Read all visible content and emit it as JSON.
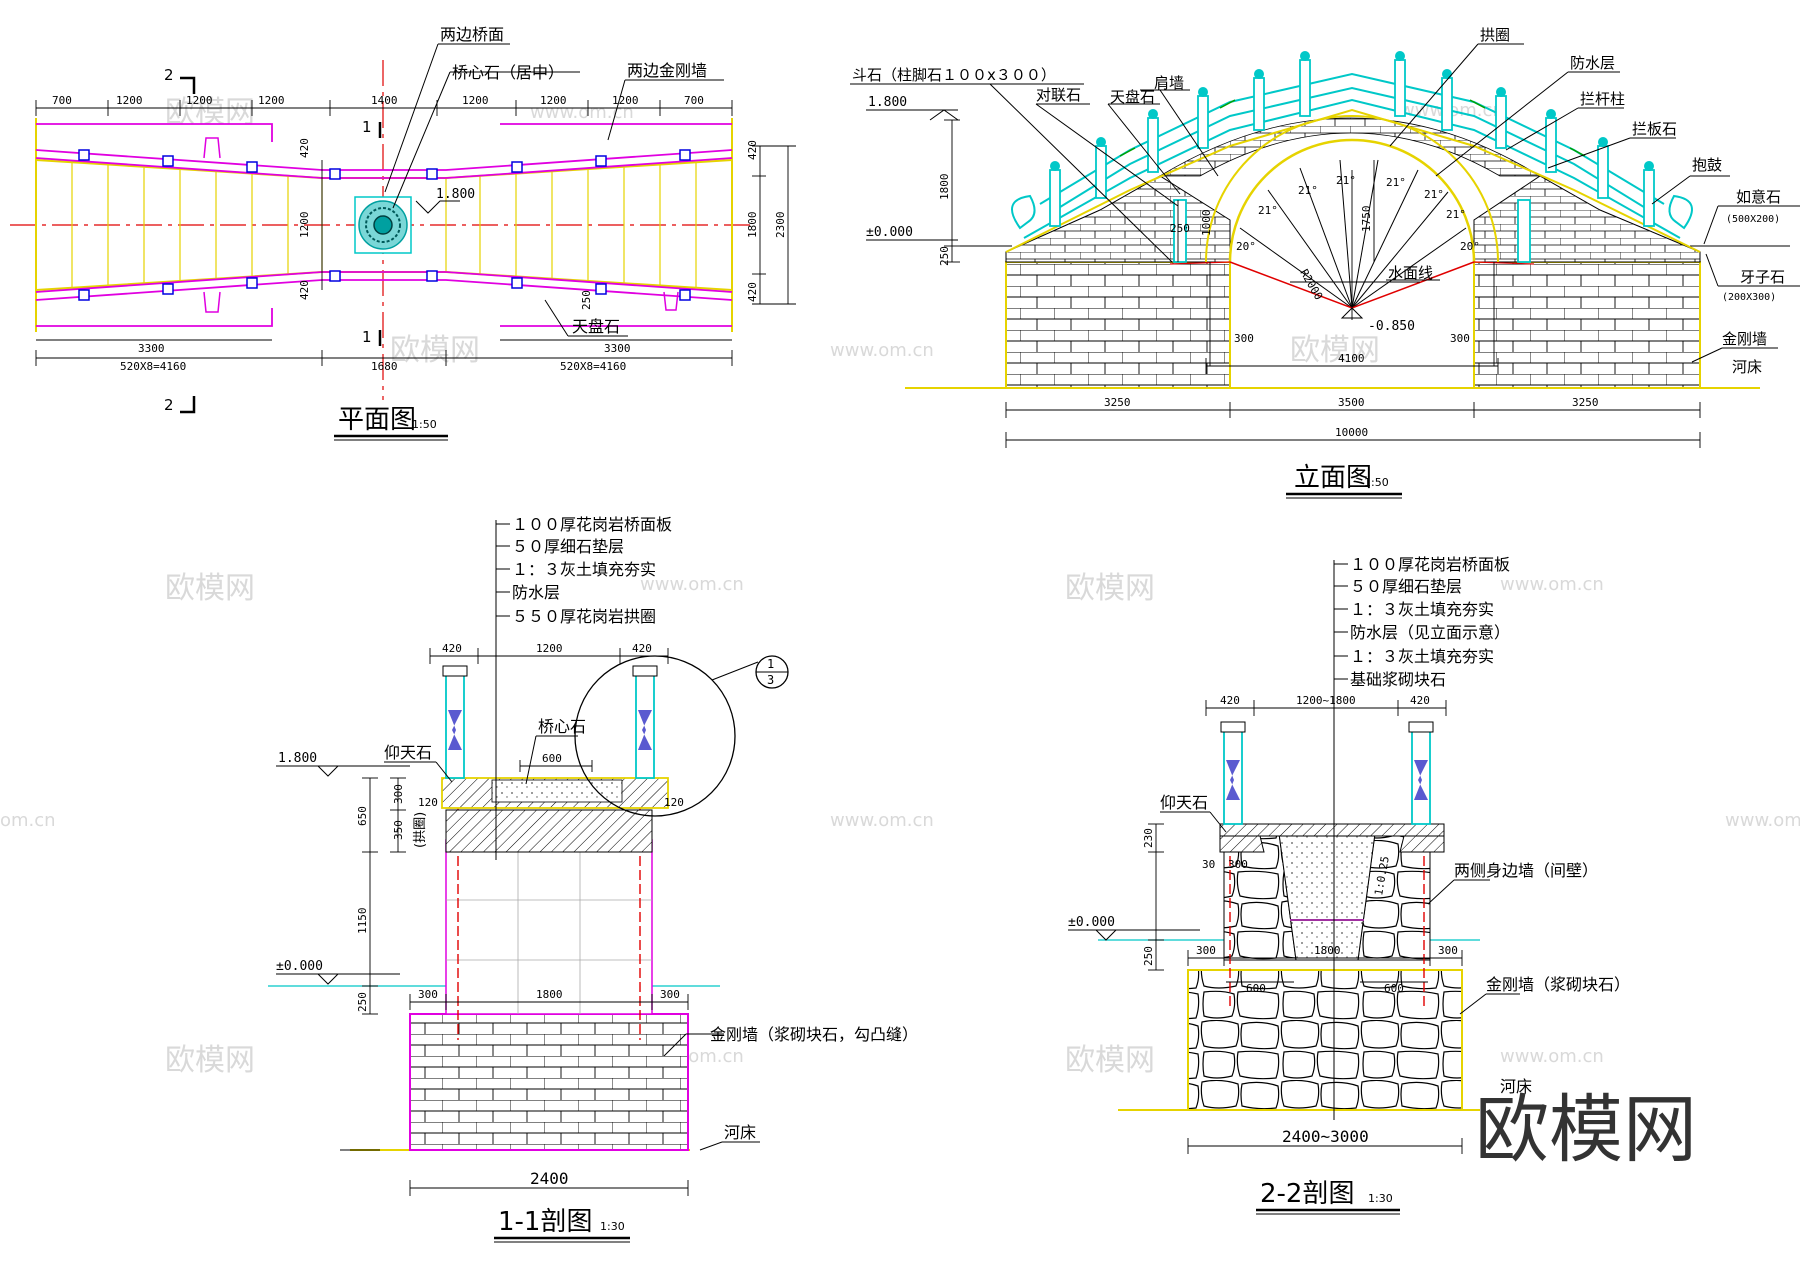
{
  "colors": {
    "yellow": "#e6d300",
    "cyan": "#00c8c8",
    "magenta": "#e000e0",
    "red": "#e00000",
    "blue": "#0000e0",
    "green": "#00a000",
    "black": "#000000",
    "grey": "#9a9a9a",
    "watermark": "#d9d9d9"
  },
  "watermark": {
    "brand": "欧模网",
    "url": "www.om.cn",
    "url_short": "om.cn"
  },
  "plan": {
    "title": "平面图",
    "scale": "1:50",
    "section_marks": [
      "2",
      "1",
      "1",
      "2"
    ],
    "dims_top": [
      "700",
      "1200",
      "1200",
      "1200",
      "1400",
      "1200",
      "1200",
      "1200",
      "700"
    ],
    "dims_left_v": [
      "420",
      "1200",
      "420"
    ],
    "dims_right_v": [
      "420",
      "1800",
      "420",
      "2300"
    ],
    "dim_250": "250",
    "level": "1.800",
    "bottom_dims": [
      "3300",
      "3300",
      "520X8=4160",
      "1680",
      "520X8=4160"
    ],
    "labels": {
      "deck": "两边桥面",
      "center_stone": "桥心石（居中）",
      "wall": "两边金刚墙",
      "tianpan": "天盘石"
    }
  },
  "elevation": {
    "title": "立面图",
    "scale": "1:50",
    "labels": {
      "dou": "斗石（柱脚石１００x３００）",
      "duilian": "对联石",
      "tianpan": "天盘石",
      "jianqiang": "肩墙",
      "gongquan": "拱圈",
      "fangshui": "防水层",
      "langanzhu": "拦杆柱",
      "lanban": "拦板石",
      "baogu": "抱鼓",
      "ruyi": "如意石",
      "ruyi_size": "(500X200)",
      "yazi": "牙子石",
      "yazi_size": "(200X300)",
      "jingang": "金刚墙",
      "hechuang": "河床",
      "water": "水面线"
    },
    "levels": [
      "1.800",
      "±0.000",
      "-0.850"
    ],
    "angles": [
      "20°",
      "21°",
      "21°",
      "21°",
      "21°",
      "21°",
      "21°",
      "20°"
    ],
    "dims": {
      "h1800": "1800",
      "h250": "250",
      "h1000": "1000",
      "w250": "250",
      "h1750": "1750",
      "radius": "R2000",
      "h300a": "300",
      "h300b": "300",
      "w4100": "4100",
      "bottom": [
        "3250",
        "3500",
        "3250"
      ],
      "total": "10000"
    }
  },
  "sec11": {
    "title": "1-1剖图",
    "scale": "1:30",
    "layers": [
      "１００厚花岗岩桥面板",
      "５０厚细石垫层",
      "１：３灰土填充夯实",
      "防水层",
      "５５０厚花岗岩拱圈"
    ],
    "labels": {
      "yangtian": "仰天石",
      "qiaoxin": "桥心石",
      "gongquan": "(拱圈)",
      "jingang": "金刚墙（浆砌块石，勾凸缝）",
      "hechuang": "河床",
      "detail_num": "1",
      "detail_sheet": "3"
    },
    "dims_top": [
      "420",
      "1200",
      "420"
    ],
    "dim_600": "600",
    "levels": [
      "1.800",
      "±0.000"
    ],
    "dims_left": [
      "300",
      "650",
      "350",
      "1150",
      "250"
    ],
    "dims_120": [
      "120",
      "120"
    ],
    "dims_base": [
      "300",
      "1800",
      "300"
    ],
    "bottom": "2400"
  },
  "sec22": {
    "title": "2-2剖图",
    "scale": "1:30",
    "layers": [
      "１００厚花岗岩桥面板",
      "５０厚细石垫层",
      "１：３灰土填充夯实",
      "防水层（见立面示意）",
      "１：３灰土填充夯实",
      "基础浆砌块石"
    ],
    "labels": {
      "yangtian": "仰天石",
      "side_wall": "两侧身边墙（间壁）",
      "jingang": "金刚墙（浆砌块石）",
      "hechuang": "河床",
      "slope": "1:0.25"
    },
    "dims_top": [
      "420",
      "1200~1800",
      "420"
    ],
    "dims_left": [
      "230",
      "30",
      "300",
      "250"
    ],
    "level": "±0.000",
    "dims_base": [
      "300",
      "1800",
      "300"
    ],
    "dims_600": [
      "600",
      "600"
    ],
    "bottom": "2400~3000"
  }
}
